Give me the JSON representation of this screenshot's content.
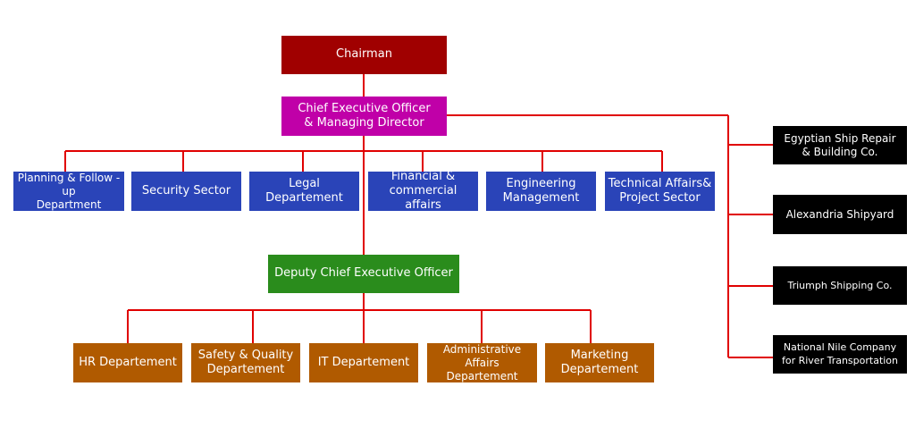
{
  "chairman": "Chairman",
  "ceo": "Chief Executive Officer\n& Managing Director",
  "departments": [
    "Planning & Follow -up\nDepartment",
    "Security Sector",
    "Legal Departement",
    "Financial &\ncommercial affairs",
    "Engineering\nManagement",
    "Technical Affairs&\nProject Sector"
  ],
  "deputy": "Deputy Chief Executive Officer",
  "sub_departments": [
    "HR Departement",
    "Safety & Quality\nDepartement",
    "IT Departement",
    "Administrative\nAffairs Departement",
    "Marketing\nDepartement"
  ],
  "companies": [
    "Egyptian Ship Repair\n& Building Co.",
    "Alexandria Shipyard",
    "Triumph Shipping Co.",
    "National Nile Company\nfor River Transportation"
  ],
  "colors": {
    "line": "#e00000",
    "chairman": "#a00000",
    "ceo": "#c000a8",
    "departments": "#2a44b8",
    "deputy": "#2a8c1c",
    "sub_departments": "#b05a00",
    "companies": "#000000"
  }
}
